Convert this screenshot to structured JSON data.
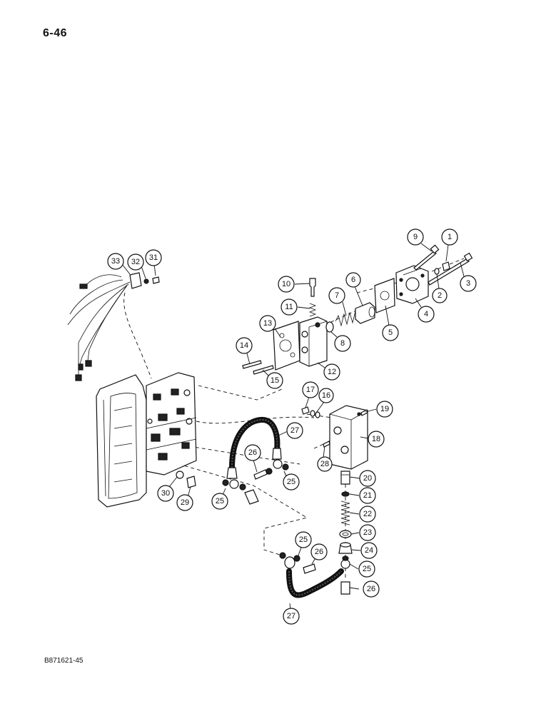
{
  "page_number": "6-46",
  "figure_code": "B871621-45",
  "callouts": [
    {
      "id": "c1",
      "label": "1"
    },
    {
      "id": "c2",
      "label": "2"
    },
    {
      "id": "c3",
      "label": "3"
    },
    {
      "id": "c4",
      "label": "4"
    },
    {
      "id": "c5",
      "label": "5"
    },
    {
      "id": "c6",
      "label": "6"
    },
    {
      "id": "c7",
      "label": "7"
    },
    {
      "id": "c8",
      "label": "8"
    },
    {
      "id": "c9",
      "label": "9"
    },
    {
      "id": "c10",
      "label": "10"
    },
    {
      "id": "c11",
      "label": "11"
    },
    {
      "id": "c12",
      "label": "12"
    },
    {
      "id": "c13",
      "label": "13"
    },
    {
      "id": "c14",
      "label": "14"
    },
    {
      "id": "c15",
      "label": "15"
    },
    {
      "id": "c16",
      "label": "16"
    },
    {
      "id": "c17",
      "label": "17"
    },
    {
      "id": "c18",
      "label": "18"
    },
    {
      "id": "c19",
      "label": "19"
    },
    {
      "id": "c20",
      "label": "20"
    },
    {
      "id": "c21",
      "label": "21"
    },
    {
      "id": "c22",
      "label": "22"
    },
    {
      "id": "c23",
      "label": "23"
    },
    {
      "id": "c24",
      "label": "24"
    },
    {
      "id": "c25a",
      "label": "25"
    },
    {
      "id": "c25b",
      "label": "25"
    },
    {
      "id": "c25c",
      "label": "25"
    },
    {
      "id": "c25d",
      "label": "25"
    },
    {
      "id": "c26a",
      "label": "26"
    },
    {
      "id": "c26b",
      "label": "26"
    },
    {
      "id": "c26c",
      "label": "26"
    },
    {
      "id": "c27a",
      "label": "27"
    },
    {
      "id": "c27b",
      "label": "27"
    },
    {
      "id": "c28",
      "label": "28"
    },
    {
      "id": "c29",
      "label": "29"
    },
    {
      "id": "c30",
      "label": "30"
    },
    {
      "id": "c31",
      "label": "31"
    },
    {
      "id": "c32",
      "label": "32"
    },
    {
      "id": "c33",
      "label": "33"
    }
  ]
}
